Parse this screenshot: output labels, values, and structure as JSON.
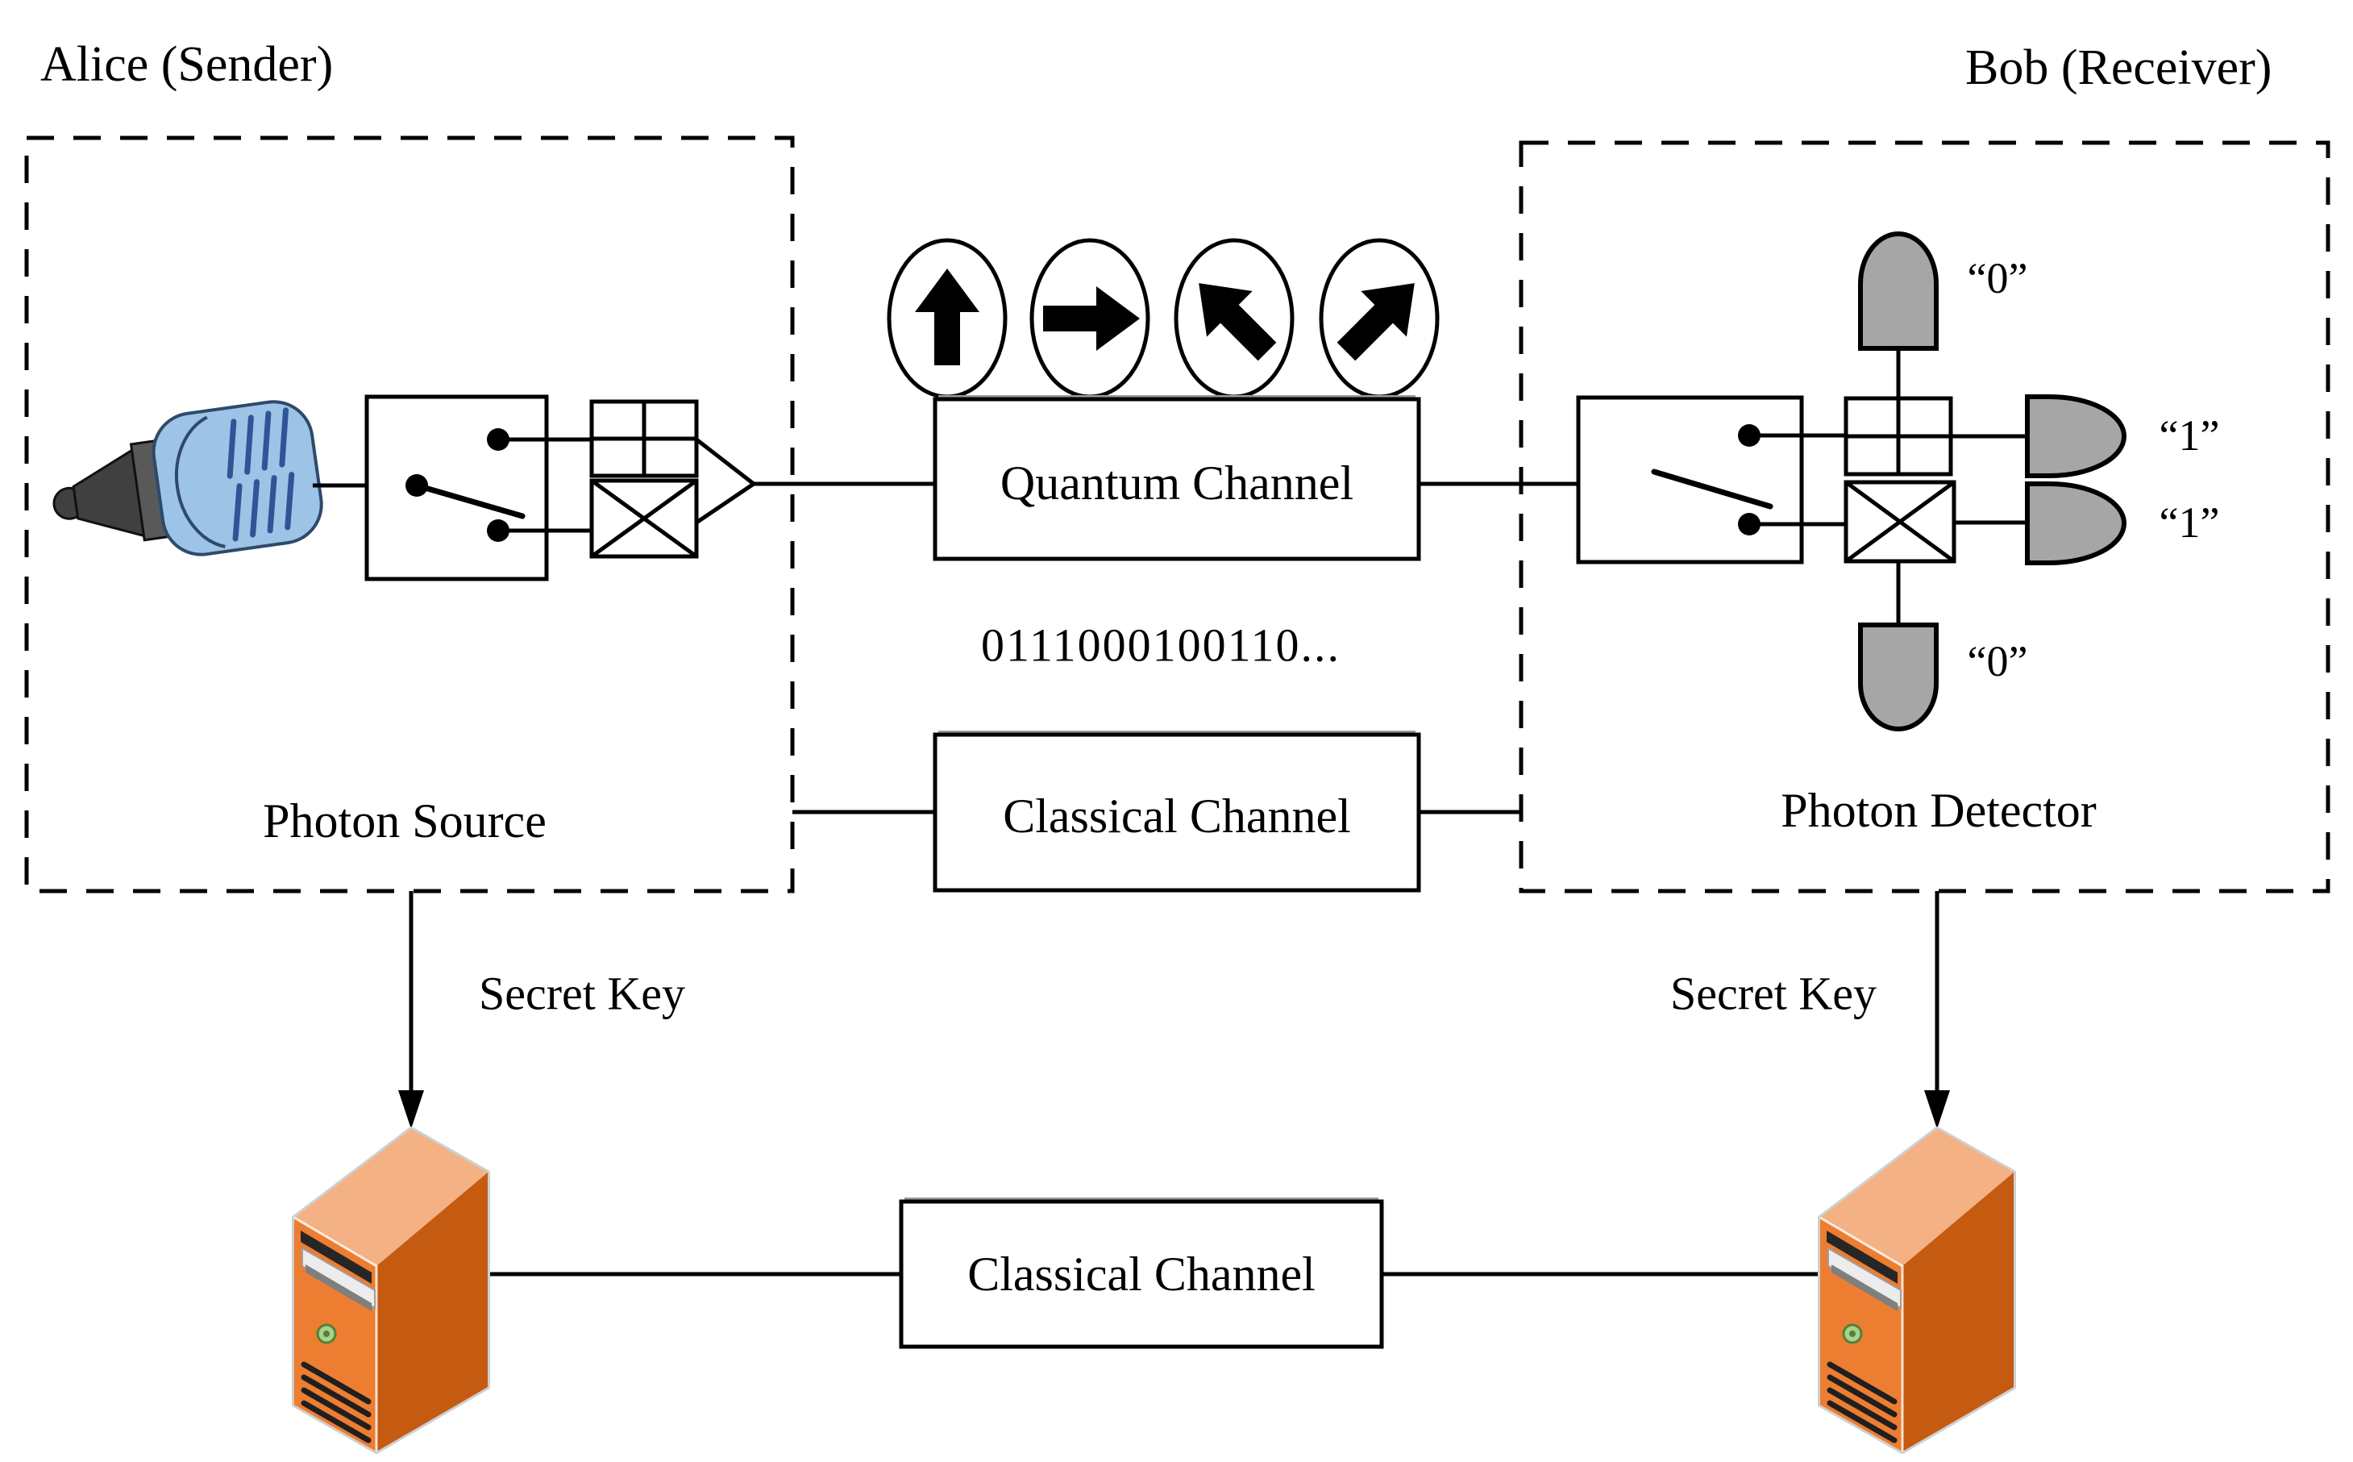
{
  "titles": {
    "alice": "Alice (Sender)",
    "bob": "Bob (Receiver)"
  },
  "alice": {
    "component_label": "Photon Source",
    "secret_key_label": "Secret Key"
  },
  "bob": {
    "component_label": "Photon Detector",
    "secret_key_label": "Secret Key",
    "detector_readouts": {
      "top": "“0”",
      "right_upper": "“1”",
      "right_lower": "“1”",
      "bottom": "“0”"
    }
  },
  "channels": {
    "quantum": "Quantum Channel",
    "classical_upper": "Classical Channel",
    "classical_lower": "Classical Channel"
  },
  "bit_string": "0111000100110...",
  "polarization_states": [
    "up",
    "right",
    "up-left",
    "up-right"
  ],
  "colors": {
    "ink": "#000000",
    "detector_fill": "#a6a6a6",
    "laser_body": "#9dc3e6",
    "laser_stripe": "#2f5597",
    "laser_outline": "#2e4a6b",
    "laser_tip": "#404040",
    "laser_ring": "#595959",
    "server_front": "#ed7d31",
    "server_side": "#c55a11",
    "server_top": "#f4b183",
    "server_outline": "#cfcfcf",
    "power_button": "#a9d18e"
  }
}
